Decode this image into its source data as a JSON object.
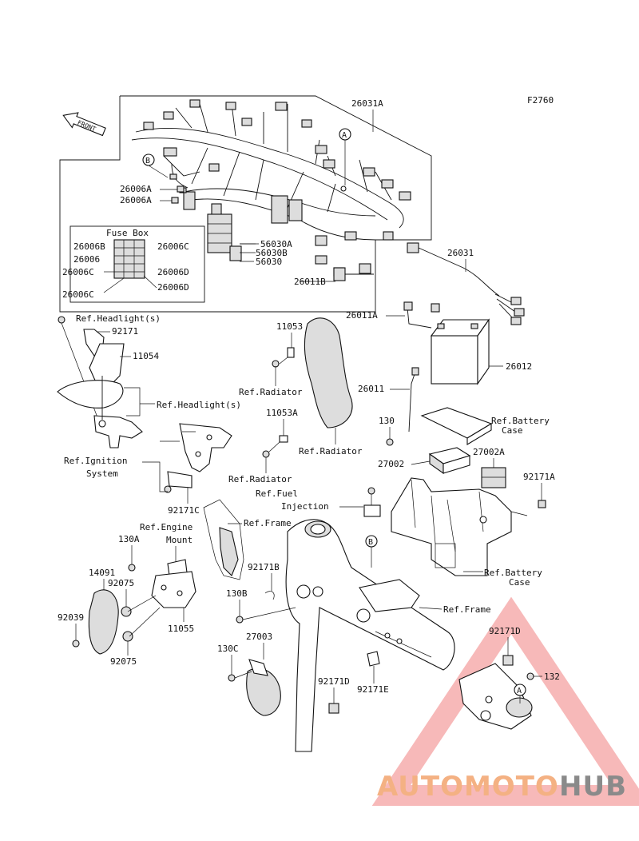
{
  "figure_code": "F2760",
  "front_arrow_label": "FRONT",
  "fuse_box_title": "Fuse Box",
  "callouts": {
    "A": "A",
    "B": "B"
  },
  "part_numbers": {
    "p26031A": "26031A",
    "p26031": "26031",
    "p26006A_1": "26006A",
    "p26006A_2": "26006A",
    "p26006B": "26006B",
    "p26006C_1": "26006C",
    "p26006": "26006",
    "p26006C_2": "26006C",
    "p26006D_1": "26006D",
    "p26006D_2": "26006D",
    "p26006C_3": "26006C",
    "p56030A": "56030A",
    "p56030B": "56030B",
    "p56030": "56030",
    "p26011B": "26011B",
    "p26011A": "26011A",
    "p26011": "26011",
    "p26012": "26012",
    "p92171": "92171",
    "p11054": "11054",
    "p11053": "11053",
    "p11053A": "11053A",
    "p130": "130",
    "p27002": "27002",
    "p27002A": "27002A",
    "p92171A": "92171A",
    "p92171C": "92171C",
    "p130A": "130A",
    "p14091": "14091",
    "p92075_1": "92075",
    "p92075_2": "92075",
    "p92039": "92039",
    "p11055": "11055",
    "p92171B": "92171B",
    "p130B": "130B",
    "p27003": "27003",
    "p130C": "130C",
    "p92171D_1": "92171D",
    "p92171D_2": "92171D",
    "p92171E": "92171E",
    "p132": "132"
  },
  "references": {
    "headlight_1": "Ref.Headlight(s)",
    "headlight_2": "Ref.Headlight(s)",
    "radiator_1": "Ref.Radiator",
    "radiator_2": "Ref.Radiator",
    "radiator_3": "Ref.Radiator",
    "battery_case_1_l1": "Ref.Battery",
    "battery_case_1_l2": "Case",
    "battery_case_2_l1": "Ref.Battery",
    "battery_case_2_l2": "Case",
    "ignition_l1": "Ref.Ignition",
    "ignition_l2": "System",
    "fuel_l1": "Ref.Fuel",
    "fuel_l2": "Injection",
    "engine_mount_l1": "Ref.Engine",
    "engine_mount_l2": "Mount",
    "frame_1": "Ref.Frame",
    "frame_2": "Ref.Frame"
  },
  "watermark": {
    "part1": "AUTOMOTO",
    "part2": "HUB",
    "color_orange": "#f4b183",
    "color_gray": "#8a8a8a",
    "color_triangle": "#f08080"
  }
}
